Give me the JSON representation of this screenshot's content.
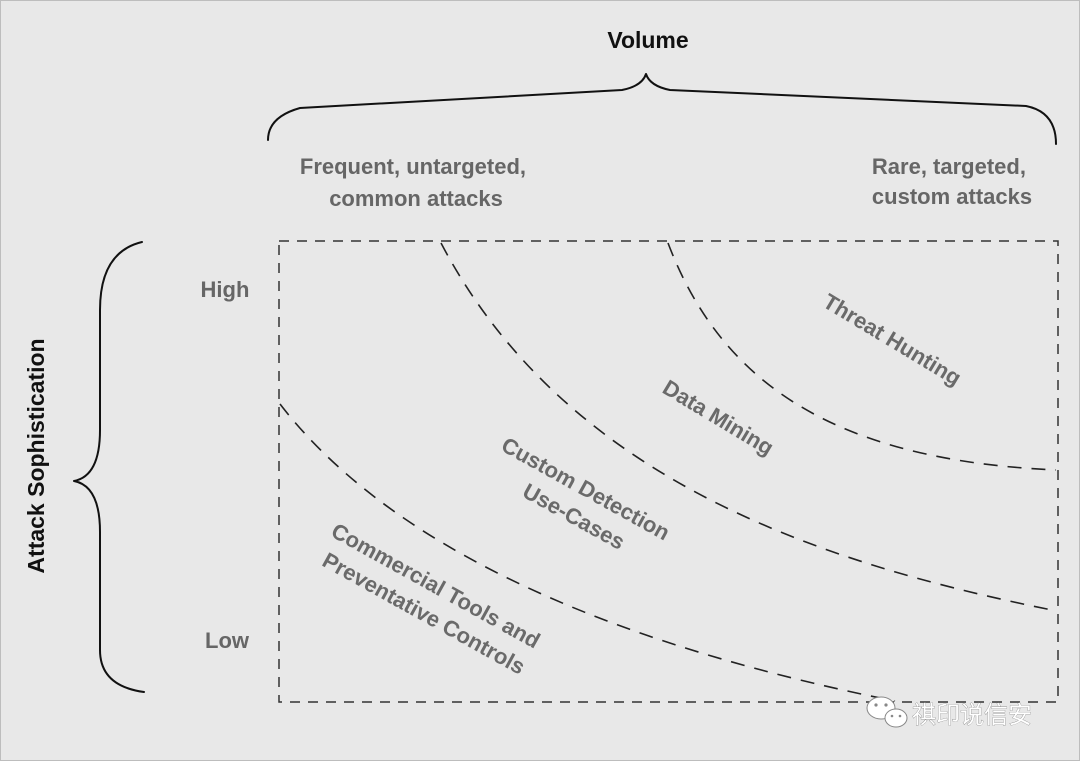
{
  "volume_axis": {
    "title": "Volume",
    "left_label": [
      "Frequent, untargeted,",
      "common attacks"
    ],
    "right_label": [
      "Rare, targeted,",
      "custom attacks"
    ]
  },
  "sophistication_axis": {
    "title": "Attack Sophistication",
    "high_label": "High",
    "low_label": "Low"
  },
  "regions": {
    "commercial": [
      "Commercial Tools and",
      "Preventative Controls"
    ],
    "custom_detection": [
      "Custom Detection",
      "Use-Cases"
    ],
    "data_mining": "Data Mining",
    "threat_hunting": "Threat Hunting"
  },
  "watermark": {
    "icon": "wechat-icon",
    "text": "祺印说信安"
  }
}
